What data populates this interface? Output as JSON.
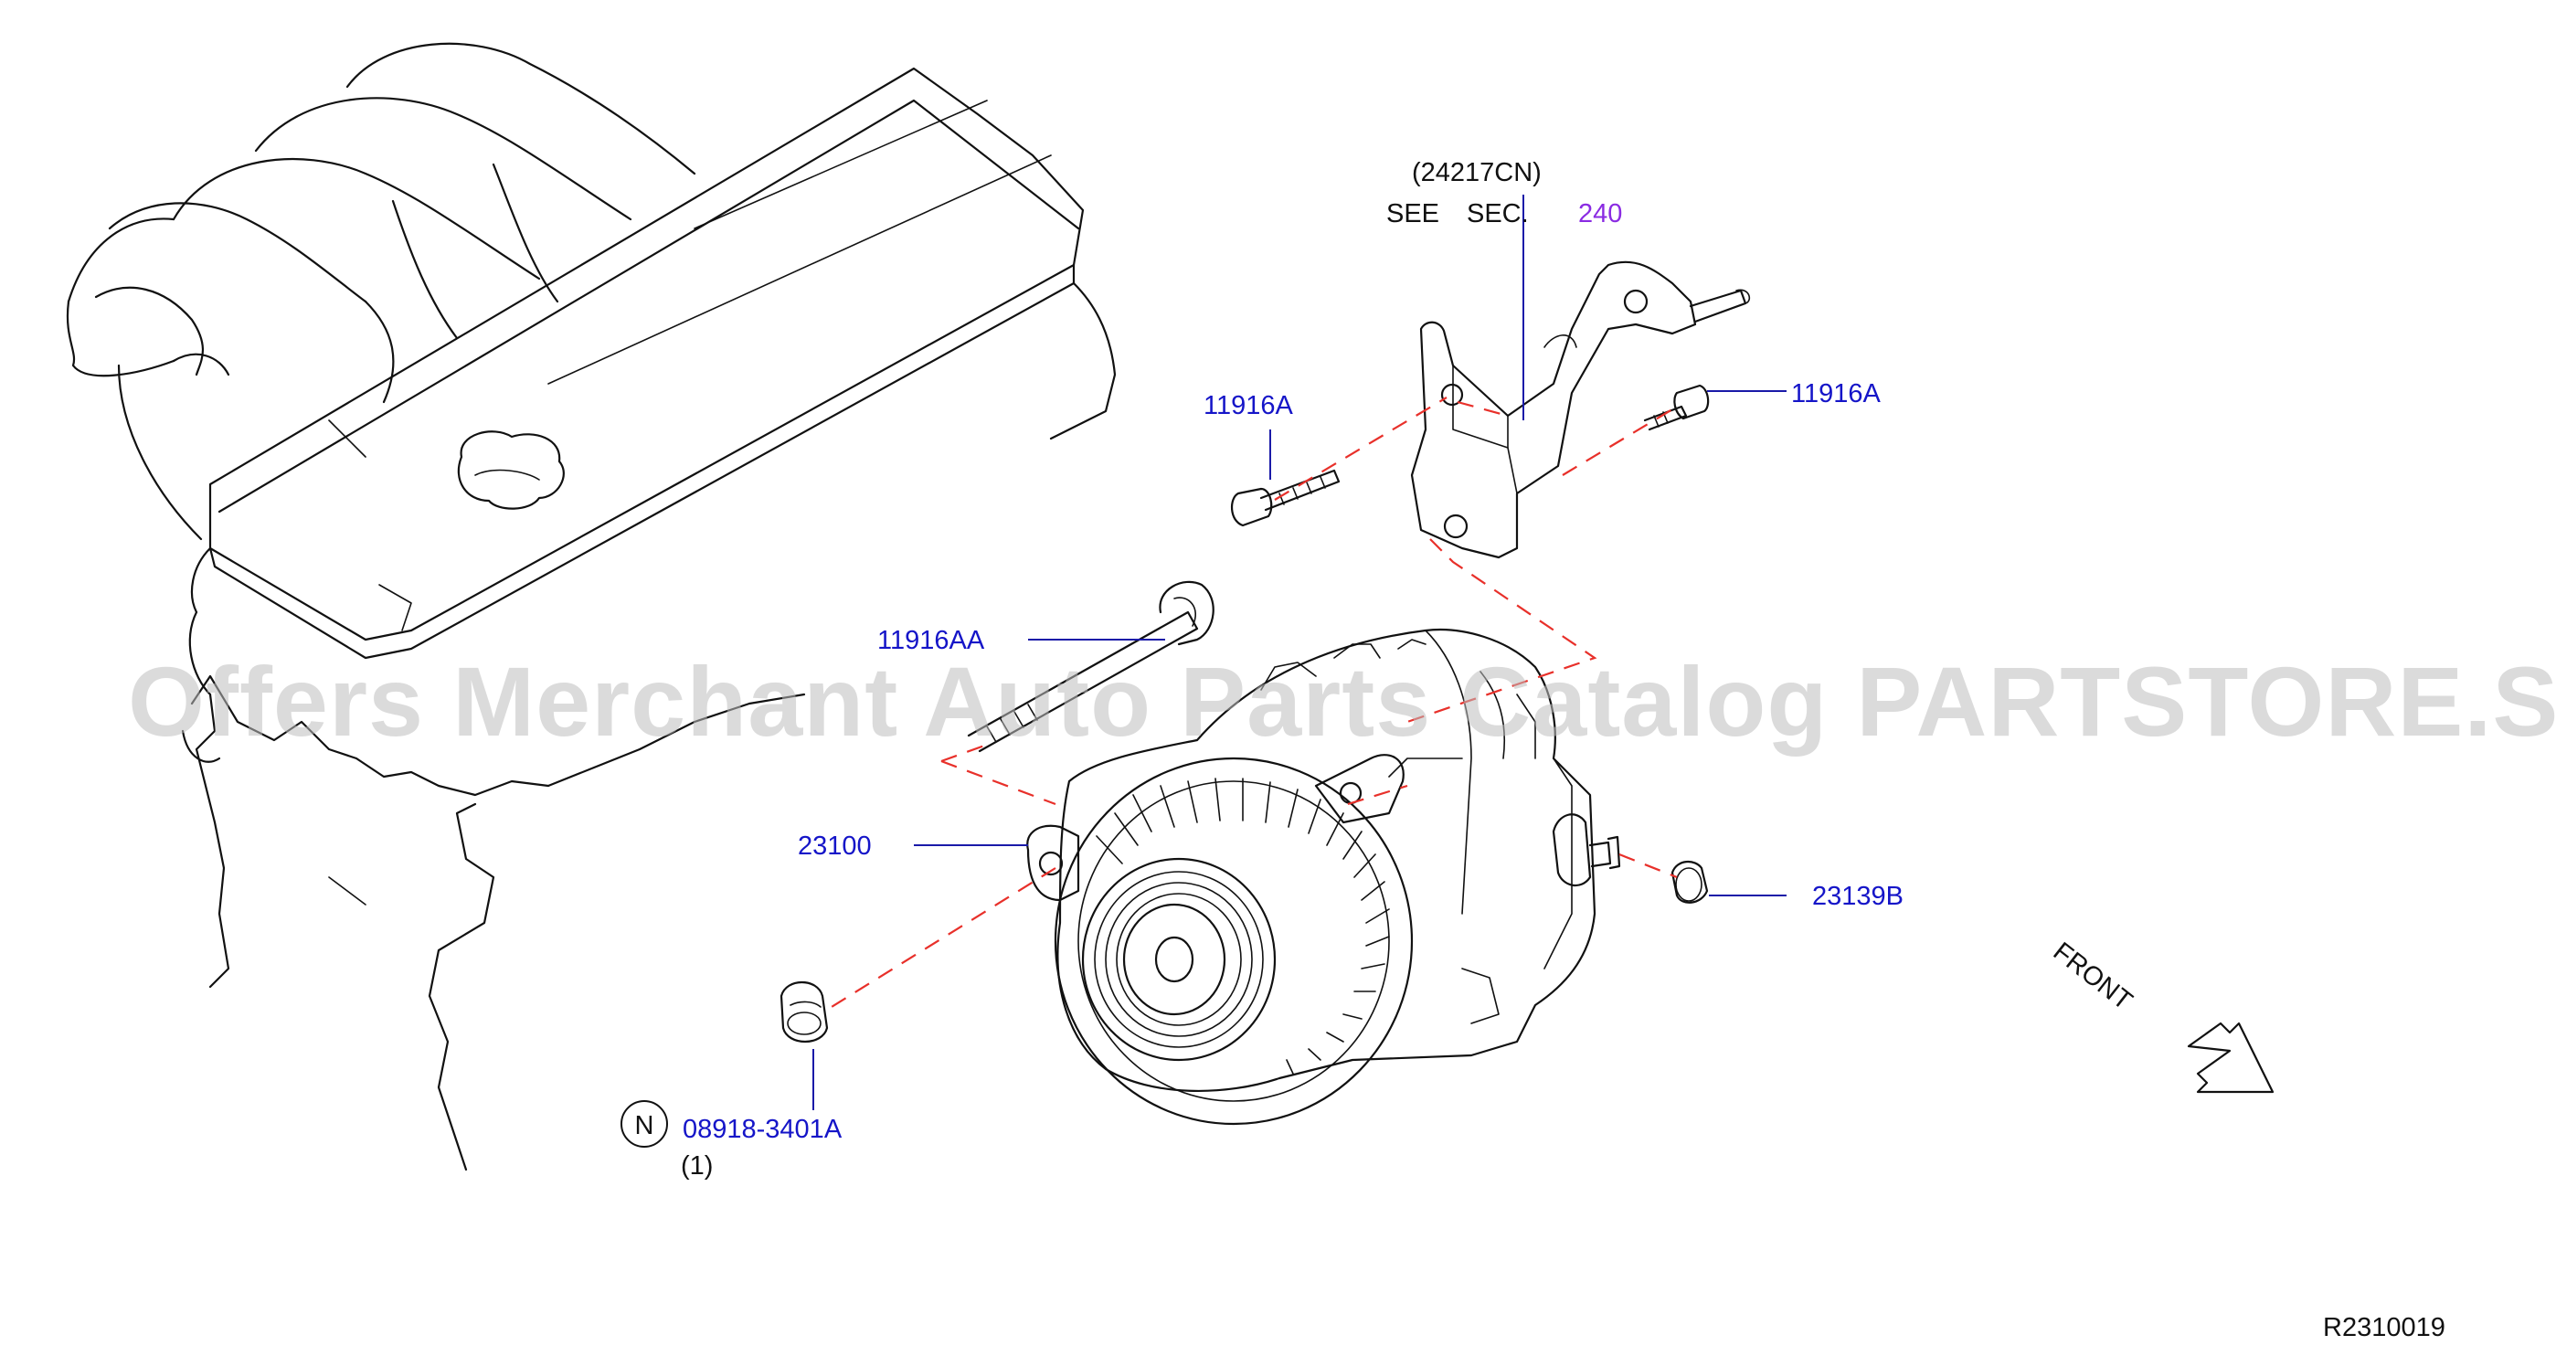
{
  "diagram_code": "R2310019",
  "watermark": "Offers Merchant Auto Parts Catalog PARTSTORE.SA",
  "front_label": "FRONT",
  "see_section": {
    "ref": "(24217CN)",
    "see": "SEE",
    "sec": "SEC.",
    "number": "240"
  },
  "callouts": {
    "bolt_left": "11916A",
    "bolt_right": "11916A",
    "long_bolt": "11916AA",
    "alternator": "23100",
    "nut_terminal": "23139B",
    "nut_bottom": "08918-3401A",
    "nut_bottom_qty": "(1)",
    "nut_bottom_badge": "N"
  },
  "colors": {
    "part_number": "#1515c8",
    "section_link": "#8a2be2",
    "dashed_line": "#e8302a",
    "line_art": "#111111",
    "watermark": "#bdbdbd"
  },
  "icons": {
    "front_arrow": "front-arrow-icon",
    "standard_part_badge": "n-badge-icon"
  }
}
